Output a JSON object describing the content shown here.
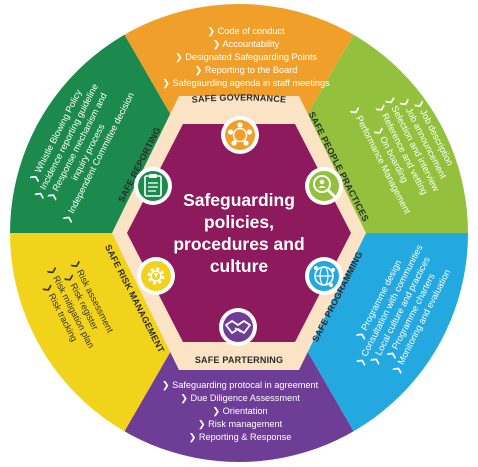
{
  "center": {
    "lines": [
      "Safeguarding",
      "policies,",
      "procedures and",
      "culture"
    ]
  },
  "colors": {
    "governance": "#F0A02A",
    "people": "#93C13E",
    "programming": "#23A8DF",
    "partnering": "#6E3D96",
    "risk": "#F2D31C",
    "reporting": "#1D8A4D",
    "center": "#8E1A5E",
    "band": "#FBE3C6",
    "icon_bg": "#ffffff"
  },
  "sections": {
    "governance": {
      "title": "SAFE GOVERNANCE",
      "items": [
        "Code of conduct",
        "Accountability",
        "Designated Safeguarding Points",
        "Reporting to the Board",
        "Safegaurding agenda in staff meetings"
      ]
    },
    "people": {
      "title": "SAFE PEOPLE PRACTICES",
      "items": [
        "Job description",
        "Job announcement",
        "Selection and interview",
        "Reference and vetting",
        "On boarding",
        "Performance Management"
      ]
    },
    "programming": {
      "title": "SAFE PROGRAMMING",
      "items": [
        "Programme design",
        "Consultation with communities",
        "Local culture and practices",
        "Programme charters",
        "Monitoring and evaluation"
      ]
    },
    "partnering": {
      "title": "SAFE PARTERNING",
      "items": [
        "Safeguarding protocal in agreement",
        "Due Diligence Assessment",
        "Orientation",
        "Risk management",
        "Reporting & Response"
      ]
    },
    "risk": {
      "title": "SAFE RISK MANAGEMENT",
      "items": [
        "Risk assessment",
        "Risk register",
        "Risk mitigation plan",
        "Risk tracking"
      ]
    },
    "reporting": {
      "title": "SAFE REPORTING",
      "items": [
        "Whistle Blowing Policy",
        "Incidence reporting guideline",
        "Response mechanism and",
        "inquiry process",
        "Independent Committee decision"
      ]
    }
  },
  "icons": {
    "governance": "group-meeting-icon",
    "people": "person-search-icon",
    "programming": "global-network-icon",
    "partnering": "handshake-icon",
    "risk": "risk-gear-icon",
    "reporting": "clipboard-report-icon"
  }
}
